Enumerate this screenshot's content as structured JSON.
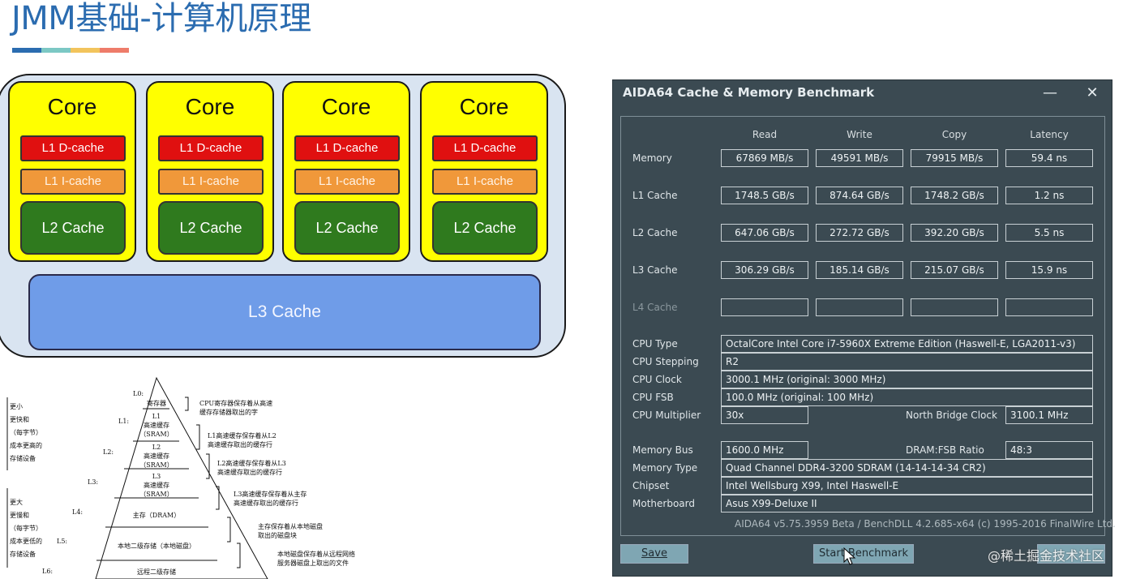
{
  "slide": {
    "title": "JMM基础-计算机原理",
    "bar_colors": [
      "#2b6cb0",
      "#7cc8c4",
      "#f2c45c",
      "#ee7c6a"
    ]
  },
  "cpu_diagram": {
    "cores": [
      {
        "title": "Core",
        "l1d": "L1 D-cache",
        "l1i": "L1 I-cache",
        "l2": "L2 Cache"
      },
      {
        "title": "Core",
        "l1d": "L1 D-cache",
        "l1i": "L1 I-cache",
        "l2": "L2 Cache"
      },
      {
        "title": "Core",
        "l1d": "L1 D-cache",
        "l1i": "L1 I-cache",
        "l2": "L2 Cache"
      },
      {
        "title": "Core",
        "l1d": "L1 D-cache",
        "l1i": "L1 I-cache",
        "l2": "L2 Cache"
      }
    ],
    "l3": "L3 Cache"
  },
  "pyramid": {
    "top_side": [
      "更小",
      "更快和",
      "（每字节）",
      "成本更高的",
      "存储设备"
    ],
    "bottom_side": [
      "更大",
      "更慢和",
      "（每字节）",
      "成本更低的",
      "存储设备"
    ],
    "levels": [
      {
        "tag": "L0:",
        "label": "寄存器",
        "desc": "CPU寄存器保存着从高速\n缓存存储器取出的字"
      },
      {
        "tag": "L1:",
        "label": "L1\n高速缓存\n（SRAM）",
        "desc": "L1高速缓存保存着从L2\n高速缓存取出的缓存行"
      },
      {
        "tag": "L2:",
        "label": "L2\n高速缓存\n（SRAM）",
        "desc": "L2高速缓存保存着从L3\n高速缓存取出的缓存行"
      },
      {
        "tag": "L3:",
        "label": "L3\n高速缓存\n（SRAM）",
        "desc": "L3高速缓存保存着从主存\n高速缓存取出的缓存行"
      },
      {
        "tag": "L4:",
        "label": "主存（DRAM）",
        "desc": "主存保存着从本地磁盘\n取出的磁盘块"
      },
      {
        "tag": "L5:",
        "label": "本地二级存储（本地磁盘）",
        "desc": "本地磁盘保存着从远程网络\n服务器磁盘上取出的文件"
      },
      {
        "tag": "L6:",
        "label": "远程二级存储",
        "desc": ""
      }
    ]
  },
  "aida": {
    "title": "AIDA64 Cache & Memory Benchmark",
    "minimize": "—",
    "close": "✕",
    "headers": [
      "Read",
      "Write",
      "Copy",
      "Latency"
    ],
    "rows": [
      {
        "label": "Memory",
        "values": [
          "67869 MB/s",
          "49591 MB/s",
          "79915 MB/s",
          "59.4 ns"
        ]
      },
      {
        "label": "L1 Cache",
        "values": [
          "1748.5 GB/s",
          "874.64 GB/s",
          "1748.2 GB/s",
          "1.2 ns"
        ]
      },
      {
        "label": "L2 Cache",
        "values": [
          "647.06 GB/s",
          "272.72 GB/s",
          "392.20 GB/s",
          "5.5 ns"
        ]
      },
      {
        "label": "L3 Cache",
        "values": [
          "306.29 GB/s",
          "185.14 GB/s",
          "215.07 GB/s",
          "15.9 ns"
        ]
      },
      {
        "label": "L4 Cache",
        "values": [
          "",
          "",
          "",
          ""
        ]
      }
    ],
    "cpu": {
      "type_label": "CPU Type",
      "type": "OctalCore Intel Core i7-5960X Extreme Edition  (Haswell-E, LGA2011-v3)",
      "stepping_label": "CPU Stepping",
      "stepping": "R2",
      "clock_label": "CPU Clock",
      "clock": "3000.1 MHz  (original: 3000 MHz)",
      "fsb_label": "CPU FSB",
      "fsb": "100.0 MHz  (original: 100 MHz)",
      "mult_label": "CPU Multiplier",
      "mult": "30x",
      "nb_label": "North Bridge Clock",
      "nb": "3100.1 MHz"
    },
    "mem": {
      "bus_label": "Memory Bus",
      "bus": "1600.0 MHz",
      "ratio_label": "DRAM:FSB Ratio",
      "ratio": "48:3",
      "type_label": "Memory Type",
      "type": "Quad Channel DDR4-3200 SDRAM  (14-14-14-34 CR2)",
      "chipset_label": "Chipset",
      "chipset": "Intel Wellsburg X99, Intel Haswell-E",
      "mb_label": "Motherboard",
      "mb": "Asus X99-Deluxe II"
    },
    "footer": "AIDA64 v5.75.3959 Beta / BenchDLL 4.2.685-x64  (c) 1995-2016 FinalWire Ltd.",
    "save_button": "Save",
    "start_button": "Start Benchmark"
  },
  "watermark": "@稀土掘金技术社区"
}
